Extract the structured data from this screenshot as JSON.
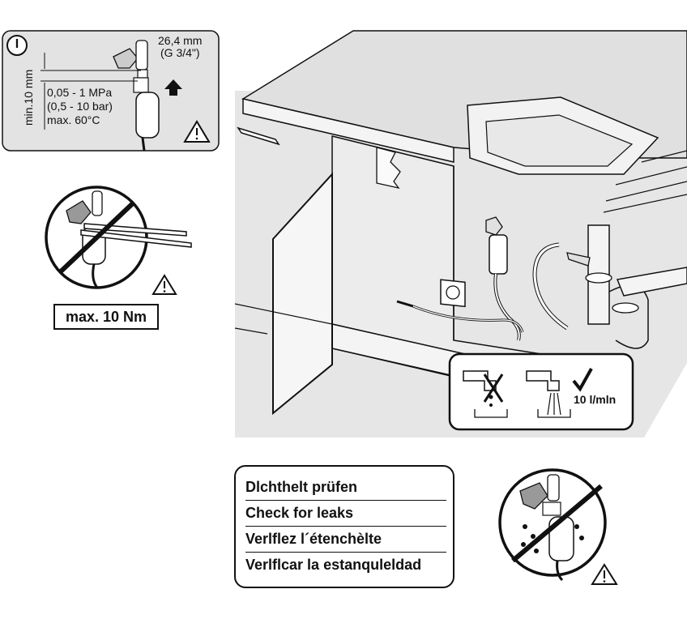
{
  "spec_panel": {
    "marker": "I",
    "thread_size": "26,4 mm",
    "thread_type": "(G 3/4\")",
    "min_length": "min.10 mm",
    "pressure_mpa": "0,05 - 1 MPa",
    "pressure_bar": "(0,5 - 10 bar)",
    "max_temp": "max. 60°C"
  },
  "torque": {
    "label": "max. 10 Nm"
  },
  "flow": {
    "rate_label": "10 l/mln"
  },
  "leak_check": {
    "lines": [
      "Dlchthelt prüfen",
      "Check for leaks",
      "Verlflez l´étenchèlte",
      "Verlflcar la estanquleldad"
    ]
  },
  "colors": {
    "panel_fill": "#e3e3e3",
    "wall_fill": "#e6e6e6",
    "outline": "#111111"
  }
}
